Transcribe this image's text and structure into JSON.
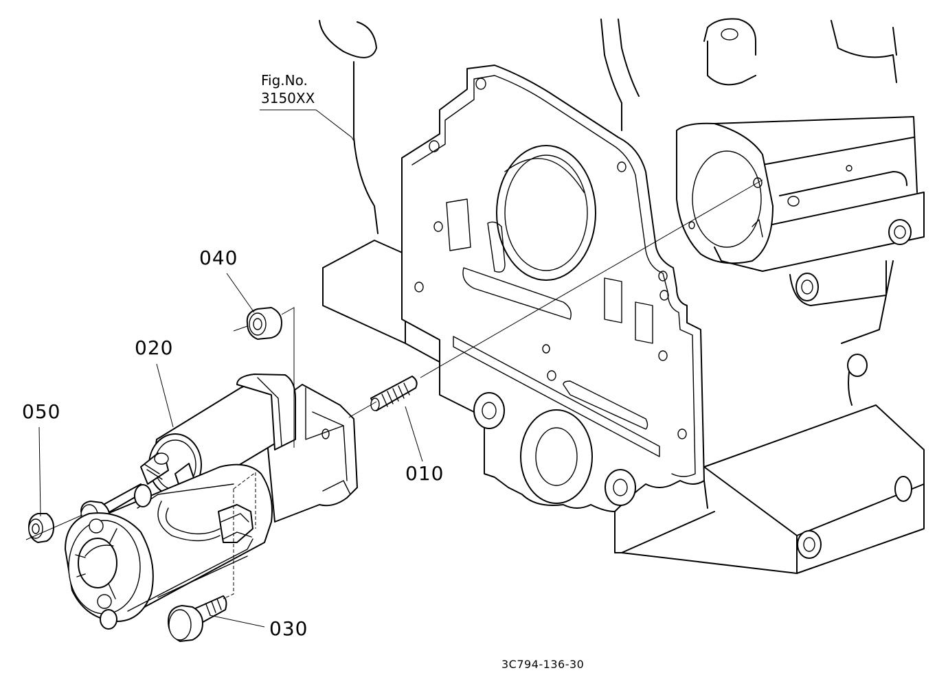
{
  "figure_reference": {
    "line1": "Fig.No.",
    "line2": "3150XX"
  },
  "parts": [
    {
      "id": "010",
      "name": "stud-bolt"
    },
    {
      "id": "020",
      "name": "starter-motor"
    },
    {
      "id": "030",
      "name": "flange-bolt"
    },
    {
      "id": "040",
      "name": "nut"
    },
    {
      "id": "050",
      "name": "nut"
    }
  ],
  "drawing_code": "3C794-136-30",
  "colors": {
    "line": "#000000",
    "background": "#ffffff"
  }
}
